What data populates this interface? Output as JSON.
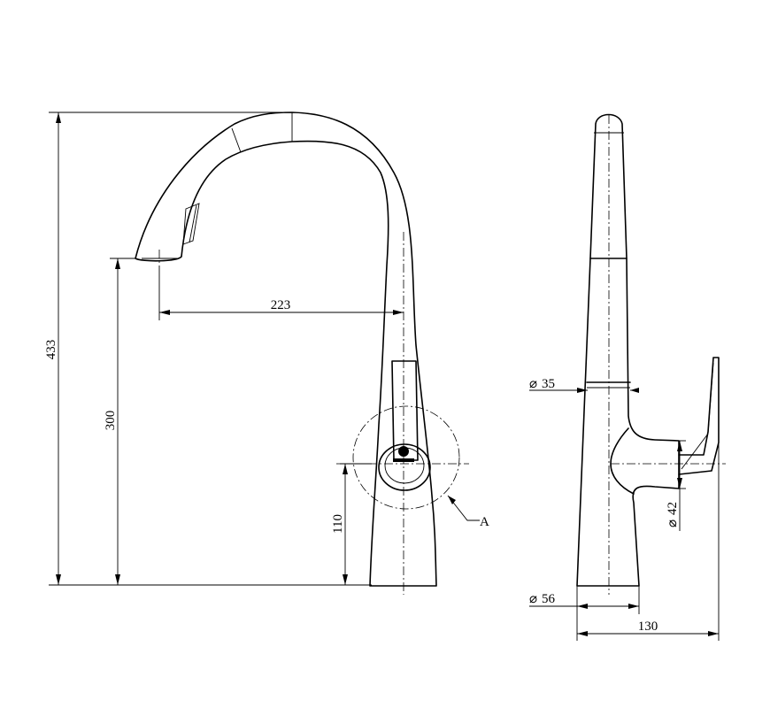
{
  "dimensions": {
    "total_height": "433",
    "spout_height": "300",
    "handle_height": "110",
    "reach": "223",
    "spout_diameter": "35",
    "handle_diameter": "42",
    "base_diameter": "56",
    "depth": "130"
  },
  "detail_label": "A",
  "diameter_symbol": "⌀"
}
